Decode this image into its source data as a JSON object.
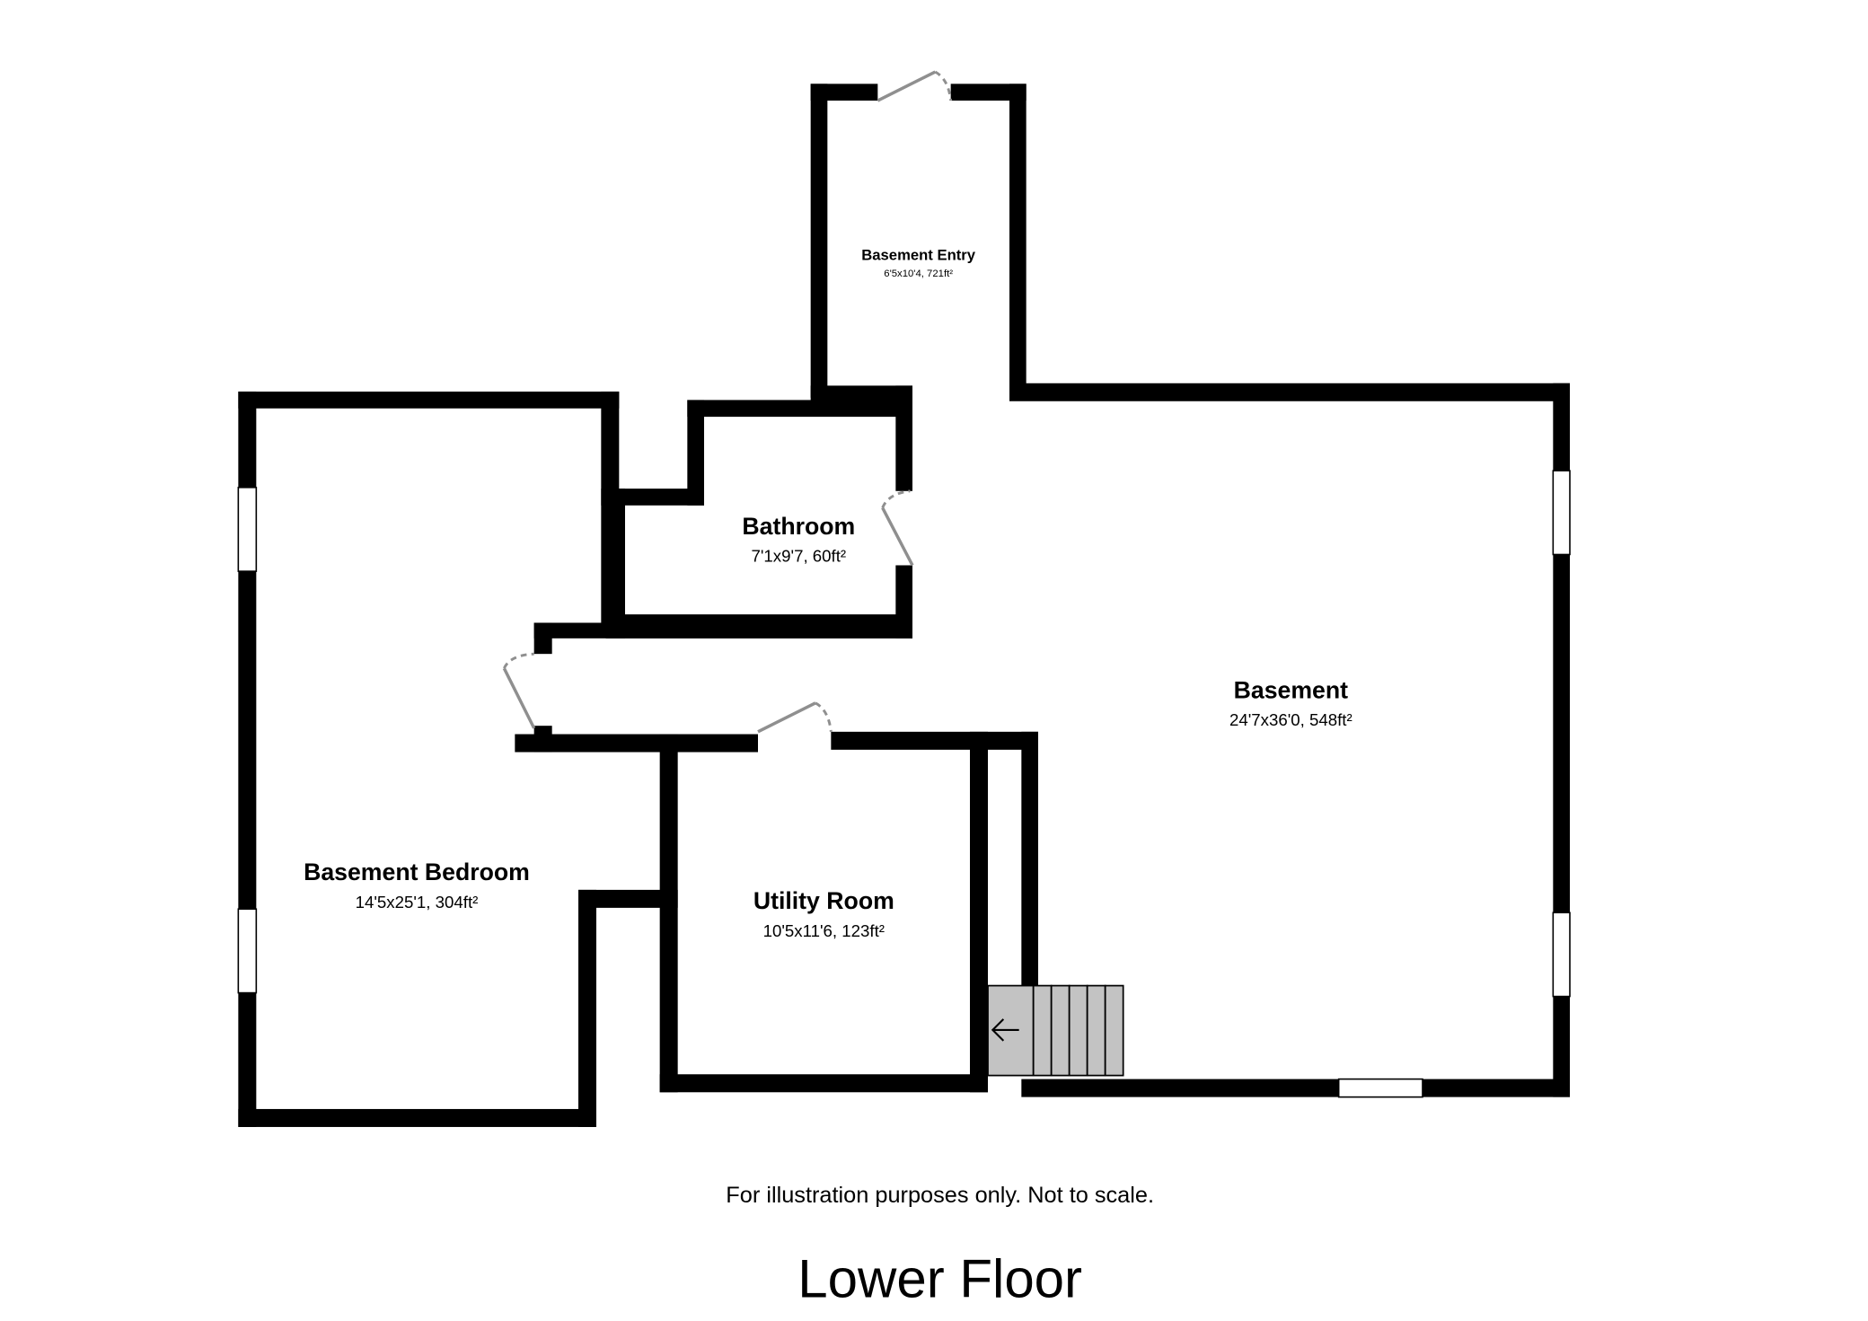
{
  "rooms": {
    "entry": {
      "name": "Basement Entry",
      "dims": "6'5x10'4, 721ft²"
    },
    "bath": {
      "name": "Bathroom",
      "dims": "7'1x9'7, 60ft²"
    },
    "basement": {
      "name": "Basement",
      "dims": "24'7x36'0, 548ft²"
    },
    "bedroom": {
      "name": "Basement Bedroom",
      "dims": "14'5x25'1, 304ft²"
    },
    "utility": {
      "name": "Utility Room",
      "dims": "10'5x11'6, 123ft²"
    }
  },
  "note": "For illustration purposes only. Not to scale.",
  "floor_title": "Lower Floor",
  "colors": {
    "wall": "#000000",
    "door": "#8f8f8f",
    "stairs": "#c3c3c3",
    "background": "#ffffff"
  }
}
